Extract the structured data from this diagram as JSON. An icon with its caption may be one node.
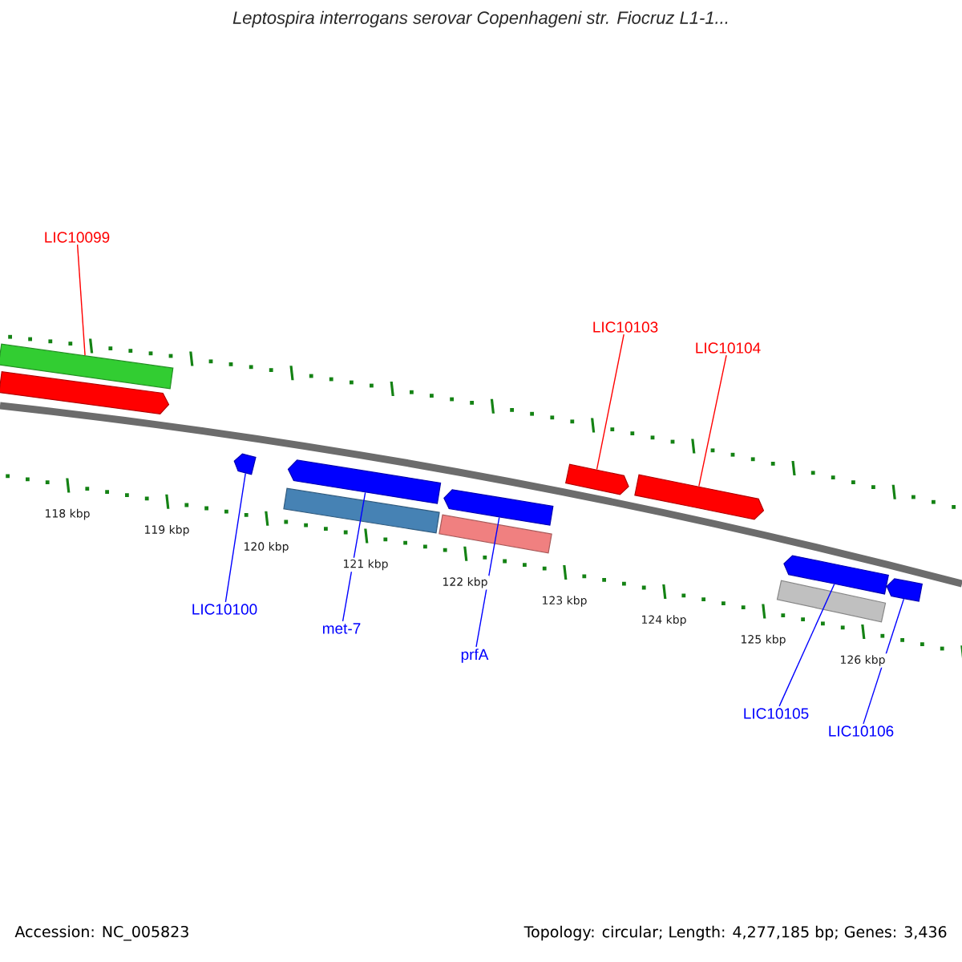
{
  "diagram": {
    "title": "*Leptospira interrogans* serovar Copenhageni str. Fiocruz L1-1...",
    "nodes": [
      {
        "text": [
          "LIC10099"
        ]
      },
      {
        "text": [],
        "shape": "bar"
      },
      {
        "text": [],
        "shape": "arrow"
      },
      {
        "text": [
          "LIC10103"
        ]
      },
      {
        "text": [
          "LIC10104"
        ]
      },
      {
        "text": [],
        "shape": "arrow"
      },
      {
        "text": [],
        "shape": "arrow"
      },
      {
        "text": [],
        "shape": "arrow"
      },
      {
        "text": [],
        "shape": "arrow"
      },
      {
        "text": [],
        "shape": "bar"
      },
      {
        "text": [],
        "shape": "arrow"
      },
      {
        "text": [],
        "shape": "bar"
      },
      {
        "text": [],
        "shape": "arrow"
      },
      {
        "text": [],
        "shape": "bar"
      },
      {
        "text": [],
        "shape": "arrow"
      },
      {
        "text": [
          "LIC10100"
        ]
      },
      {
        "text": [
          "met-7"
        ]
      },
      {
        "text": [
          "prfA"
        ]
      },
      {
        "text": [
          "LIC10105"
        ]
      },
      {
        "text": [
          "LIC10106"
        ]
      }
    ],
    "edges": [
      {
        "from": 0,
        "to": 1,
        "arrow": "none",
        "color": "#ff0000"
      },
      {
        "from": 3,
        "to": 5,
        "arrow": "none",
        "color": "#ff0000"
      },
      {
        "from": 4,
        "to": 6,
        "arrow": "none",
        "color": "#ff0000"
      },
      {
        "from": 15,
        "to": 7,
        "arrow": "none"
      },
      {
        "from": 16,
        "to": 8,
        "arrow": "none"
      },
      {
        "from": 17,
        "to": 10,
        "arrow": "none"
      },
      {
        "from": 18,
        "to": 12,
        "arrow": "none"
      },
      {
        "from": 19,
        "to": 14,
        "arrow": "none"
      }
    ],
    "labels": [
      "118 kbp",
      "119 kbp",
      "120 kbp",
      "121 kbp",
      "122 kbp",
      "123 kbp",
      "124 kbp",
      "125 kbp",
      "126 kbp",
      "Accession: NC_005823",
      "Topology: circular; Length: 4,277,185 bp; Genes: 3,436"
    ]
  }
}
